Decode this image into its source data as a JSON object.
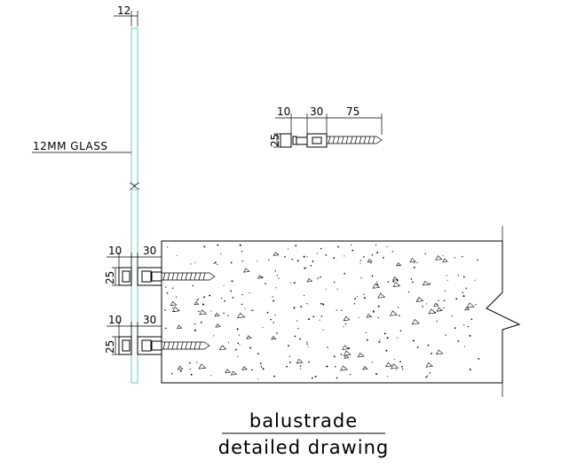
{
  "title": {
    "line1": "balustrade",
    "line2": "detailed drawing"
  },
  "callouts": {
    "glass": "12MM GLASS"
  },
  "dimensions": {
    "glass_thickness": "12",
    "standalone": {
      "d10": "10",
      "d30": "30",
      "d75": "75",
      "d25": "25"
    },
    "upper": {
      "d10": "10",
      "d30": "30",
      "d25": "25"
    },
    "lower": {
      "d10": "10",
      "d30": "30",
      "d25": "25"
    }
  },
  "colors": {
    "glass_edge": "#7fd4cc",
    "line": "#000000",
    "background": "#ffffff"
  }
}
